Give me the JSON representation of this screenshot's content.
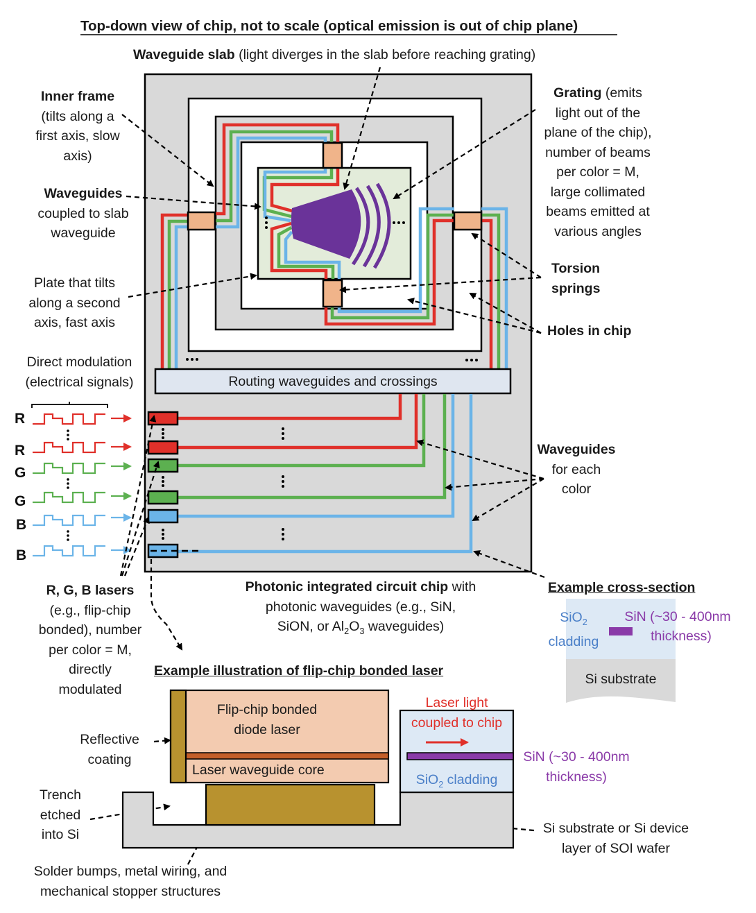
{
  "title": "Top-down view of chip, not to scale (optical emission is out of chip plane)",
  "colors": {
    "red": "#e0302a",
    "green": "#5cb050",
    "blue": "#6bb4e8",
    "purple": "#6a3399",
    "chip_gray": "#d9d9d9",
    "slab_green": "#e3ecda",
    "spring_orange": "#f0b48a",
    "routing_bar": "#dfe6f0",
    "laser_peach": "#f3cbb0",
    "laser_core_stripe": "#c45f2a",
    "solder_gold": "#b8922f",
    "sio2_light_blue": "#dde9f5"
  },
  "labels": {
    "waveguide_slab_bold": "Waveguide slab",
    "waveguide_slab_rest": " (light diverges in the slab before reaching grating)",
    "inner_frame_bold": "Inner frame",
    "inner_frame_lines": [
      "(tilts along a",
      "first axis, slow",
      "axis)"
    ],
    "waveguides_bold": "Waveguides",
    "waveguides_lines": [
      "coupled to slab",
      "waveguide"
    ],
    "plate_lines": [
      "Plate that tilts",
      "along a second",
      "axis, fast axis"
    ],
    "grating_bold": "Grating",
    "grating_rest": " (emits",
    "grating_lines": [
      "light out of the",
      "plane of the chip),",
      "number of beams",
      "per color = M,",
      "large collimated",
      "beams emitted at",
      "various angles"
    ],
    "torsion_springs_lines": [
      "Torsion",
      "springs"
    ],
    "holes_in_chip": "Holes in chip",
    "direct_modulation_lines": [
      "Direct modulation",
      "(electrical signals)"
    ],
    "routing_bar": "Routing waveguides and crossings",
    "waveguides_each_color_bold": "Waveguides",
    "waveguides_each_color_lines": [
      "for each",
      "color"
    ],
    "example_cross_section": "Example cross-section",
    "rgb_lasers_bold": "R, G, B lasers",
    "rgb_lasers_lines": [
      "(e.g., flip-chip",
      "bonded), number",
      "per color = M,",
      "directly",
      "modulated"
    ],
    "pic_chip_bold": "Photonic integrated circuit chip",
    "pic_chip_rest": " with",
    "pic_chip_line2": "photonic waveguides (e.g., SiN,",
    "pic_chip_line3_pre": "SiON, or Al",
    "pic_chip_line3_sub1": "2",
    "pic_chip_line3_mid": "O",
    "pic_chip_line3_sub2": "3",
    "pic_chip_line3_post": " waveguides)",
    "flip_chip_title": "Example illustration of flip-chip bonded laser",
    "cs_sio2_pre": "SiO",
    "cs_sio2_sub": "2",
    "cs_cladding": "cladding",
    "cs_sin_lines": [
      "SiN (~30 - 400nm",
      "thickness)"
    ],
    "cs_si_substrate": "Si substrate",
    "fc_laser_lines": [
      "Flip-chip bonded",
      "diode laser"
    ],
    "fc_laser_core": "Laser waveguide core",
    "fc_reflective_lines": [
      "Reflective",
      "coating"
    ],
    "fc_trench_lines": [
      "Trench",
      "etched",
      "into Si"
    ],
    "fc_solder_lines": [
      "Solder bumps, metal wiring, and",
      "mechanical stopper structures"
    ],
    "fc_laser_light_lines": [
      "Laser light",
      "coupled to chip"
    ],
    "fc_sin_lines": [
      "SiN (~30 - 400nm",
      "thickness)"
    ],
    "fc_sio2_pre": "SiO",
    "fc_sio2_sub": "2",
    "fc_sio2_post": " cladding",
    "fc_si_substrate_lines": [
      "Si substrate or Si device",
      "layer of SOI wafer"
    ]
  },
  "laser_rows": [
    {
      "letter": "R",
      "color": "red"
    },
    {
      "letter": "R",
      "color": "red"
    },
    {
      "letter": "G",
      "color": "green"
    },
    {
      "letter": "G",
      "color": "green"
    },
    {
      "letter": "B",
      "color": "blue"
    },
    {
      "letter": "B",
      "color": "blue"
    }
  ],
  "ellipsis": "…"
}
